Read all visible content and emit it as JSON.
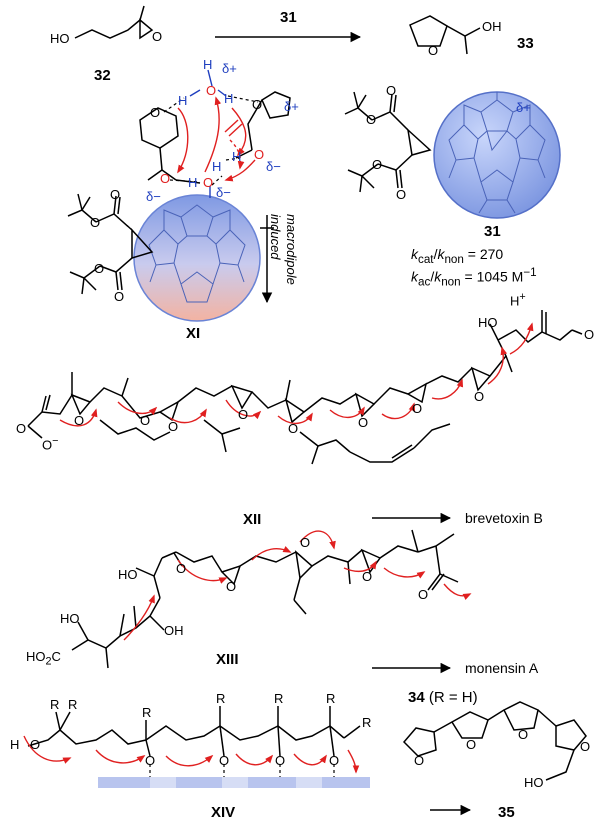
{
  "compounds": {
    "c31_arrow": "31",
    "c32": "32",
    "c33": "33",
    "c31": "31",
    "cXI": "XI",
    "cXII": "XII",
    "cXIII": "XIII",
    "cXIV": "XIV",
    "c34": "34",
    "c34_note": "(R = H)",
    "c35": "35"
  },
  "products": {
    "brevetoxin": "brevetoxin B",
    "monensin": "monensin A"
  },
  "rates": {
    "kcat_prefix": "k",
    "kcat_sub": "cat",
    "knon_sub": "non",
    "kcat_value": "= 270",
    "kac_sub": "ac",
    "kac_value": "= 1045 M",
    "kac_exp": "−1"
  },
  "annotation": {
    "line1": "induced",
    "line2": "macrodipole"
  },
  "atoms": {
    "HO": "HO",
    "O": "O",
    "OH": "OH",
    "H": "H",
    "Hplus": "H",
    "plus": "+",
    "delta_plus": "δ+",
    "delta_minus": "δ−",
    "HO2C": "HO",
    "HO2C_sub": "2",
    "HO2C_end": "C",
    "R": "R",
    "Ominus": "O",
    "minus": "−"
  },
  "colors": {
    "ink": "#000000",
    "arrow": "#e02020",
    "hbond": "#1f3fbf",
    "fullerene_blue": "#8fa8e8",
    "fullerene_red": "#f2b8a8",
    "template_bar": "#b8c4ee"
  }
}
